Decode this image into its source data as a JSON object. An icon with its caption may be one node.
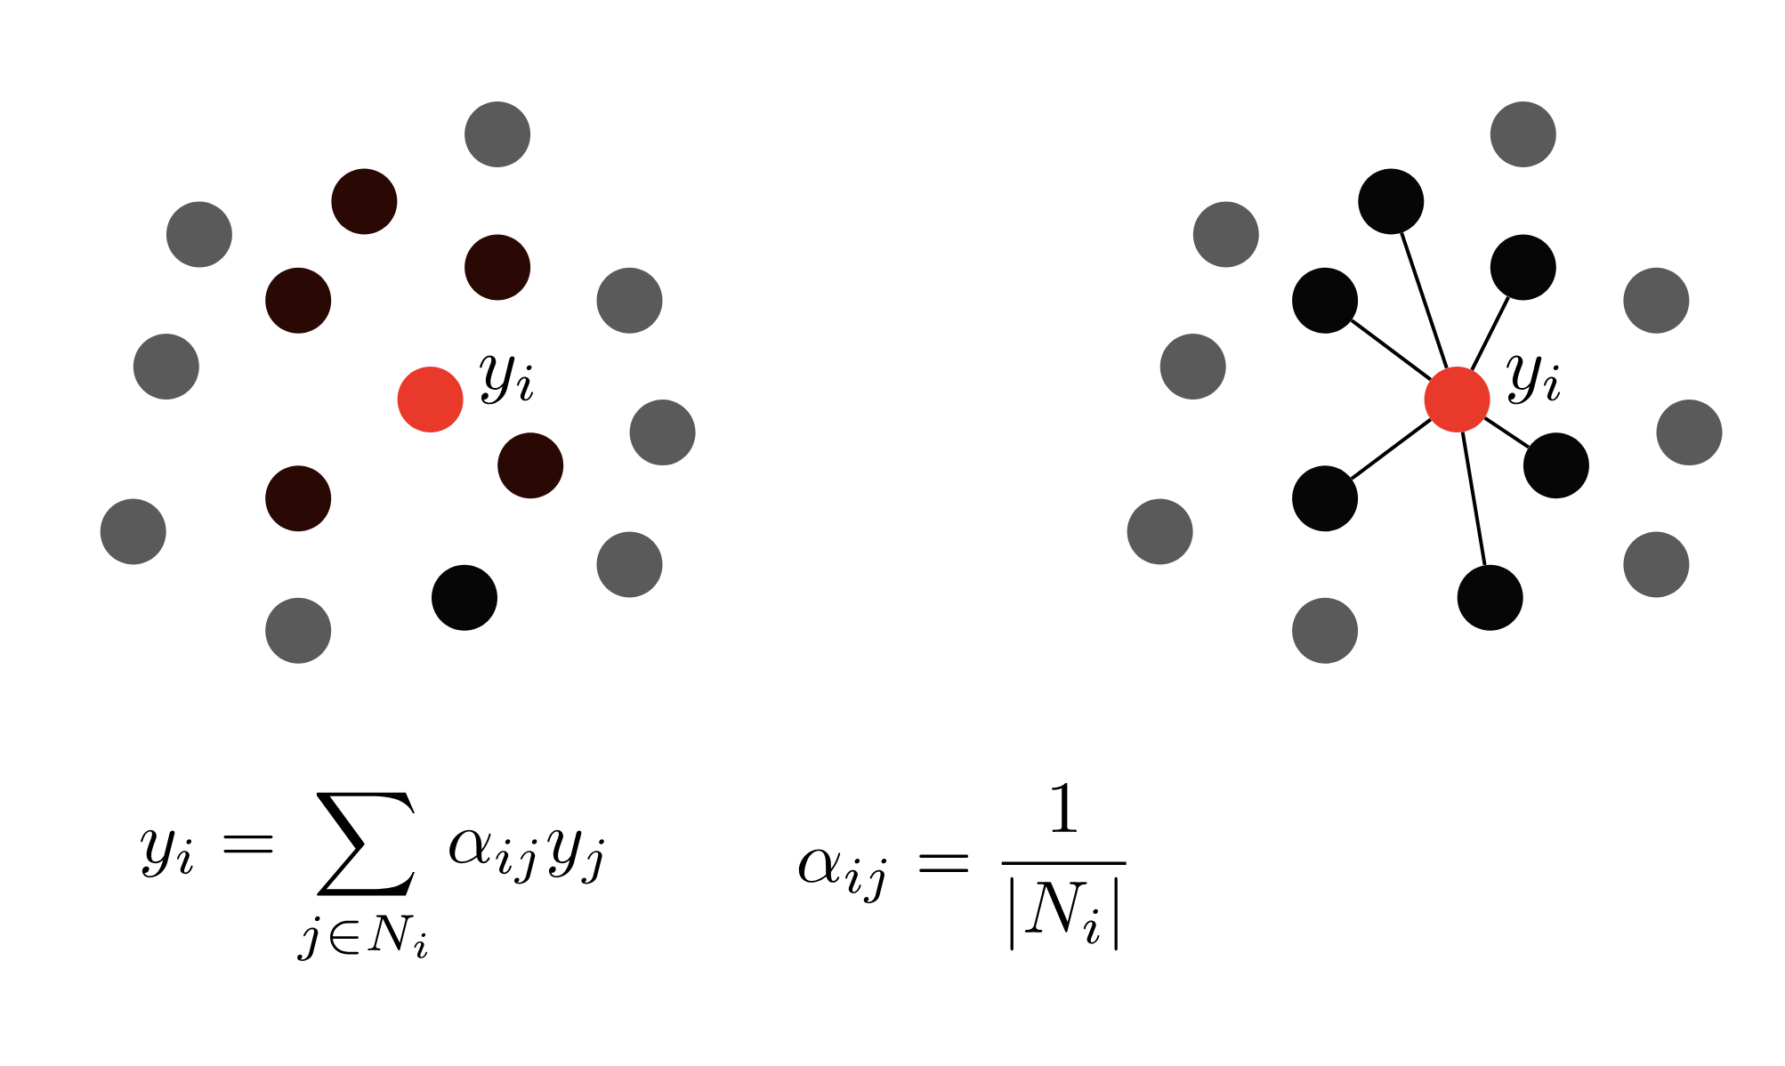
{
  "diagram": {
    "nodes": [
      {
        "text": [],
        "shape": "circle"
      },
      {
        "text": [],
        "shape": "circle"
      },
      {
        "text": [],
        "shape": "circle"
      },
      {
        "text": [],
        "shape": "circle"
      },
      {
        "text": [],
        "shape": "circle"
      },
      {
        "text": [],
        "shape": "circle"
      },
      {
        "text": [],
        "shape": "circle"
      },
      {
        "text": [],
        "shape": "circle",
        "beside": [
          "y_i"
        ]
      },
      {
        "text": [],
        "shape": "circle"
      },
      {
        "text": [],
        "shape": "circle"
      },
      {
        "text": [],
        "shape": "circle"
      },
      {
        "text": [],
        "shape": "circle"
      },
      {
        "text": [],
        "shape": "circle"
      },
      {
        "text": [],
        "shape": "circle"
      },
      {
        "text": [],
        "shape": "circle"
      },
      {
        "text": [],
        "shape": "circle"
      },
      {
        "text": [],
        "shape": "circle"
      },
      {
        "text": [],
        "shape": "circle"
      },
      {
        "text": [],
        "shape": "circle"
      },
      {
        "text": [],
        "shape": "circle"
      },
      {
        "text": [],
        "shape": "circle"
      },
      {
        "text": [],
        "shape": "circle"
      },
      {
        "text": [],
        "shape": "circle",
        "beside": [
          "y_i"
        ]
      },
      {
        "text": [],
        "shape": "circle"
      },
      {
        "text": [],
        "shape": "circle"
      },
      {
        "text": [],
        "shape": "circle"
      },
      {
        "text": [],
        "shape": "circle"
      },
      {
        "text": [],
        "shape": "circle"
      },
      {
        "text": [],
        "shape": "circle"
      },
      {
        "text": [],
        "shape": "circle"
      }
    ],
    "edges": [
      {
        "from": 22,
        "to": 16,
        "arrow": "none"
      },
      {
        "from": 22,
        "to": 18,
        "arrow": "none"
      },
      {
        "from": 22,
        "to": 19,
        "arrow": "none"
      },
      {
        "from": 22,
        "to": 24,
        "arrow": "none"
      },
      {
        "from": 22,
        "to": 25,
        "arrow": "none"
      },
      {
        "from": 22,
        "to": 28,
        "arrow": "none"
      }
    ],
    "labels": [
      "y_i = \\sum_{j \\in N_i} \\alpha_{ij} y_j",
      "\\alpha_{ij} = \\frac{1}{|N_i|}"
    ]
  }
}
